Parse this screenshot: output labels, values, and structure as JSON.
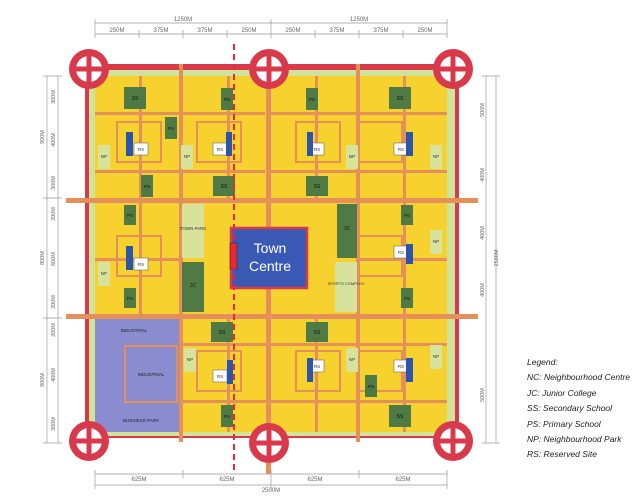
{
  "colors": {
    "yellow": "#f7d12e",
    "road_outer": "#d93a4b",
    "road_inner": "#e5905a",
    "site_green": "#4f7a43",
    "site_pale": "#d7e39a",
    "school_blue": "#2b55a8",
    "industrial": "#8a8ccf",
    "industrial_border": "#e5905a",
    "town_centre": "#3a59b5",
    "rail": "#e8283a",
    "outer_band": "#cfe39a"
  },
  "dimensions": {
    "top_total_left": "1250M",
    "top_total_right": "1250M",
    "top_segments": [
      "250M",
      "375M",
      "375M",
      "250M",
      "250M",
      "375M",
      "375M",
      "250M"
    ],
    "bottom_segments": [
      "625M",
      "625M",
      "625M",
      "625M"
    ],
    "bottom_total": "2500M",
    "left_segments": [
      "300M",
      "400M",
      "300M",
      "200M",
      "600M",
      "200M",
      "200M",
      "400M",
      "300M"
    ],
    "left_groups": [
      "900M",
      "800M",
      "800M"
    ],
    "right_segments": [
      "500M",
      "400M",
      "400M",
      "400M",
      "500M"
    ],
    "right_total": "2500M"
  },
  "labels": {
    "ss": "SS",
    "ps": "PS",
    "np": "NP",
    "rs": "RS",
    "jc": "JC",
    "town_park": "TOWN PARK",
    "sports_complex": "SPORTS COMPLEX",
    "industrial_top": "INDUSTRIAL",
    "industrial_mid": "INDUSTRIAL",
    "business_park": "BUSINESS PARK",
    "town_centre_line1": "Town",
    "town_centre_line2": "Centre"
  },
  "legend": {
    "title": "Legend:",
    "items": [
      "NC: Neighbourhood Centre",
      "JC: Junior College",
      "SS: Secondary School",
      "PS: Primary School",
      "NP: Neighbourhood Park",
      "RS: Reserved Site"
    ]
  }
}
